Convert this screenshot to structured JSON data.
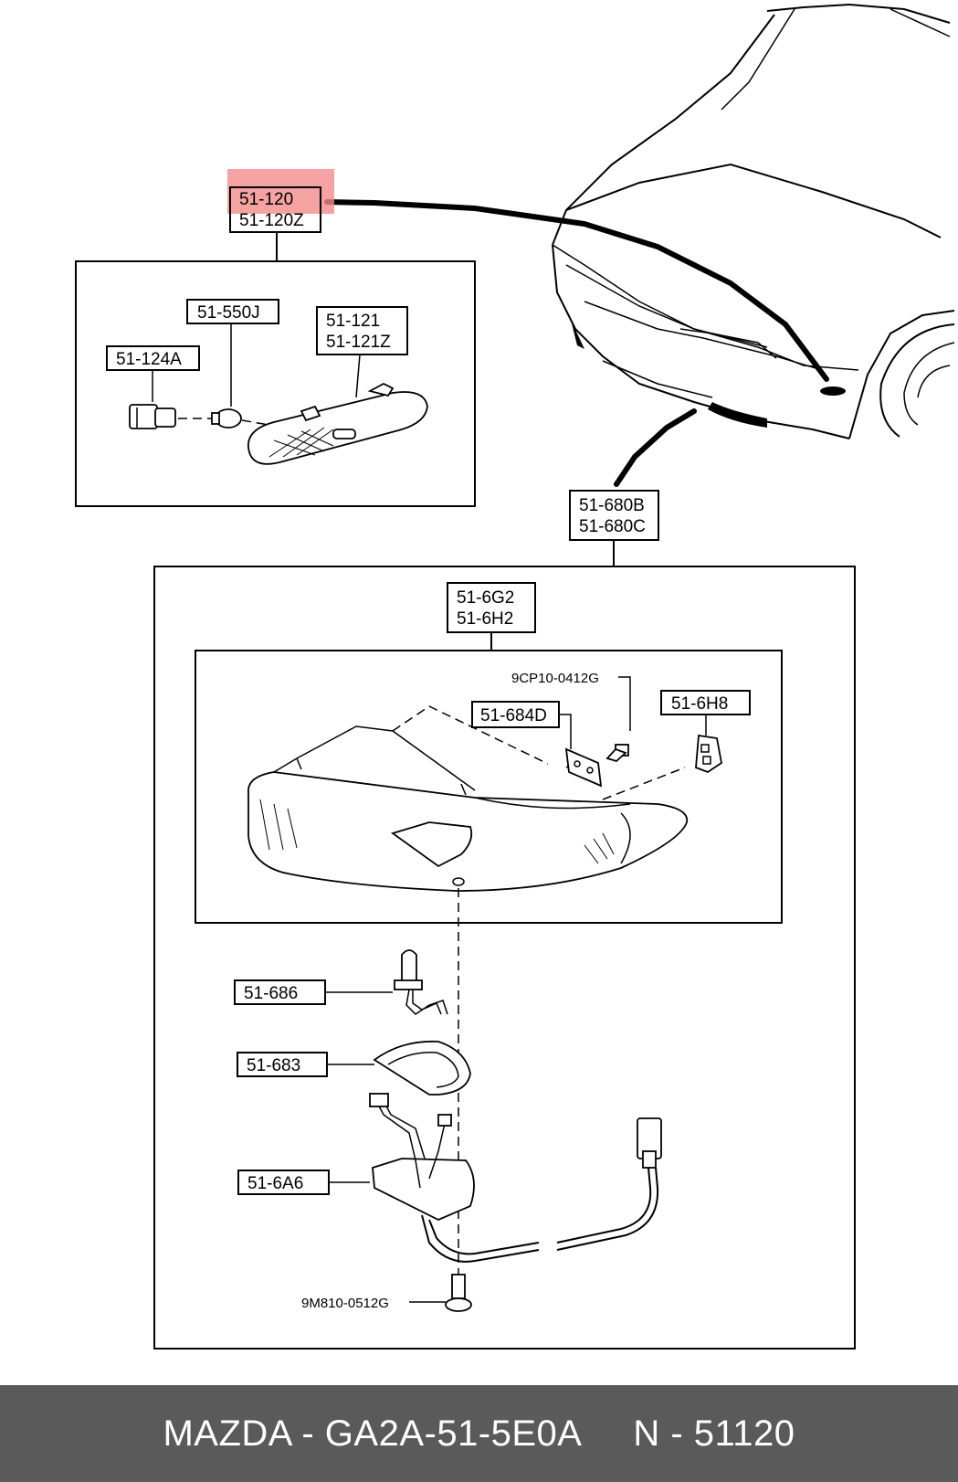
{
  "labels": {
    "top_part": {
      "line1": "51-120",
      "line2": "51-120Z"
    },
    "bulb_550j": "51-550J",
    "socket_124a": "51-124A",
    "lens_121": {
      "line1": "51-121",
      "line2": "51-121Z"
    },
    "fog_680": {
      "line1": "51-680B",
      "line2": "51-680C"
    },
    "unit_6g2": {
      "line1": "51-6G2",
      "line2": "51-6H2"
    },
    "screw_9cp10": "9CP10-0412G",
    "bracket_684d": "51-684D",
    "clip_6h8": "51-6H8",
    "bulb_686": "51-686",
    "gasket_683": "51-683",
    "harness_6a6": "51-6A6",
    "screw_9m810": "9M810-0512G"
  },
  "highlight": {
    "color": "#f28b8b",
    "target": "51-120"
  },
  "footer": {
    "text": "MAZDA - GA2A-51-5E0A     N - 51120",
    "background": "#5a5a5a"
  }
}
